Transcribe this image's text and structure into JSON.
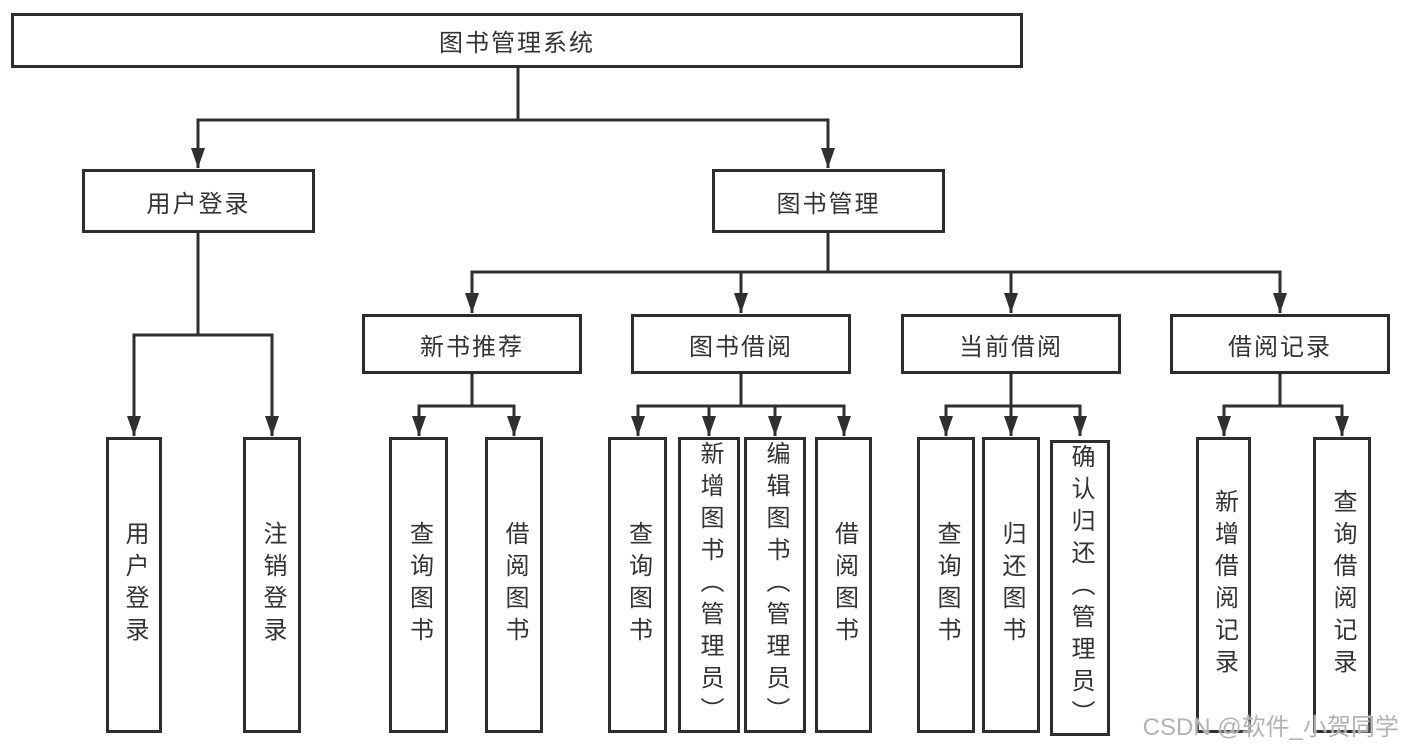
{
  "diagram": {
    "root": {
      "label": "图书管理系统"
    },
    "level2": [
      {
        "label": "用户登录"
      },
      {
        "label": "图书管理"
      }
    ],
    "level3": [
      {
        "label": "新书推荐"
      },
      {
        "label": "图书借阅"
      },
      {
        "label": "当前借阅"
      },
      {
        "label": "借阅记录"
      }
    ],
    "leaves": {
      "userLogin": [
        {
          "label": "用户登录"
        },
        {
          "label": "注销登录"
        }
      ],
      "newBook": [
        {
          "label": "查询图书"
        },
        {
          "label": "借阅图书"
        }
      ],
      "bookBorrow": [
        {
          "label": "查询图书"
        },
        {
          "label": "新增图书（管理员）"
        },
        {
          "label": "编辑图书（管理员）"
        },
        {
          "label": "借阅图书"
        }
      ],
      "currentBorrow": [
        {
          "label": "查询图书"
        },
        {
          "label": "归还图书"
        },
        {
          "label": "确认归还（管理员）"
        }
      ],
      "borrowRecord": [
        {
          "label": "新增借阅记录"
        },
        {
          "label": "查询借阅记录"
        }
      ]
    }
  },
  "watermark": {
    "text": "CSDN @软件_小贺同学"
  },
  "colors": {
    "line": "#2f2f2f",
    "border": "#2d2d2d",
    "text": "#333333",
    "watermark": "#b3b3b3",
    "background": "#ffffff"
  }
}
